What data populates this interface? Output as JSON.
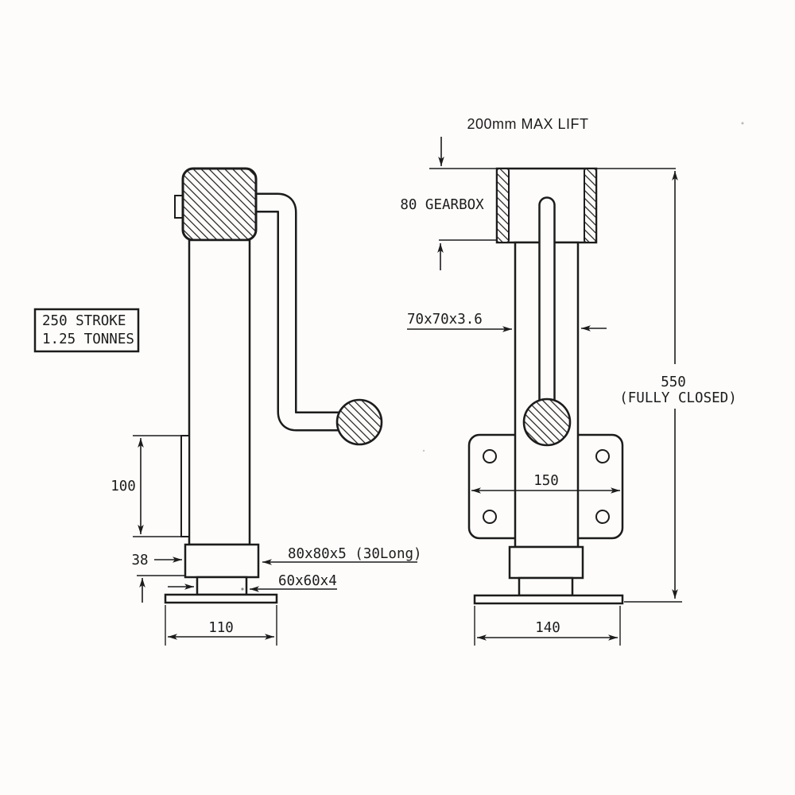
{
  "drawing": {
    "spec_box": {
      "stroke": "250 STROKE",
      "capacity": "1.25 TONNES"
    },
    "side_view": {
      "bracket_height": "100",
      "collar_height": "38",
      "collar_section": "80x80x5 (30Long)",
      "inner_tube_section": "60x60x4",
      "foot_width": "110"
    },
    "front_view": {
      "max_lift": "200mm MAX LIFT",
      "gearbox_height": "80 GEARBOX",
      "outer_tube_section": "70x70x3.6",
      "closed_height": "550",
      "closed_height_note": "(FULLY CLOSED)",
      "bracket_width": "150",
      "foot_width": "140"
    },
    "colors": {
      "ink": "#1c1c1c",
      "paper": "#fdfcfa"
    }
  }
}
